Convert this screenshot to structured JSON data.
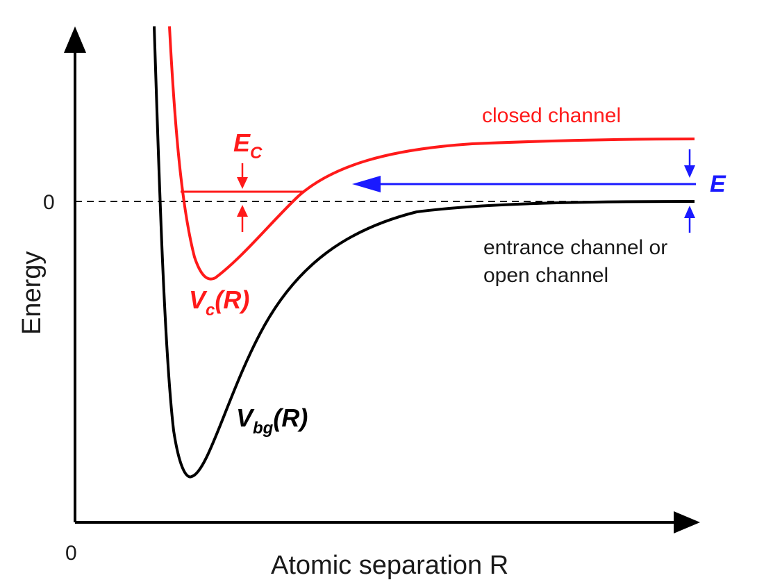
{
  "axes": {
    "y_title": "Energy",
    "x_title": "Atomic separation R",
    "y_zero_label": "0",
    "x_zero_label": "0"
  },
  "curves": {
    "closed": {
      "label_main": "V",
      "label_sub": "c",
      "label_arg": "(R)",
      "color": "#ff1a1a",
      "name_line": "closed channel"
    },
    "background": {
      "label_main": "V",
      "label_sub": "bg",
      "label_arg": "(R)",
      "color": "#000000",
      "name_line1": "entrance channel or",
      "name_line2": "open channel"
    }
  },
  "annotations": {
    "ec_main": "E",
    "ec_sub": "C",
    "e_label": "E",
    "ec_color": "#ff1a1a",
    "e_color": "#1a1aff"
  }
}
